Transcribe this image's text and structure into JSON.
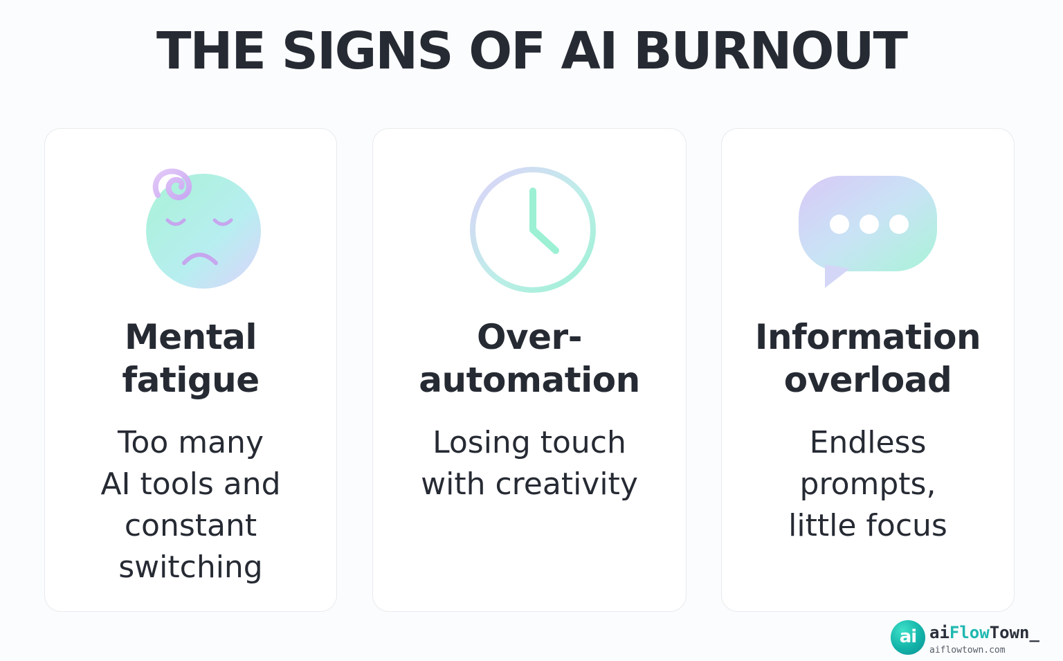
{
  "title": "THE SIGNS OF AI BURNOUT",
  "cards": [
    {
      "icon": "dizzy-face-icon",
      "heading": "Mental\nfatigue",
      "text": "Too many\nAI tools and\nconstant\nswitching"
    },
    {
      "icon": "clock-icon",
      "heading": "Over-\nautomation",
      "text": "Losing touch\nwith creativity"
    },
    {
      "icon": "chat-bubble-icon",
      "heading": "Information\noverload",
      "text": "Endless\nprompts,\nlittle focus"
    }
  ],
  "brand": {
    "badge": "ai",
    "name_part1": "ai",
    "name_part2": "Flow",
    "name_part3": "Town_",
    "url": "aiflowtown.com"
  },
  "colors": {
    "title": "#262a33",
    "mint": "#a8f3dc",
    "lavender": "#d9c8f7",
    "brand_teal": "#1fb8b0"
  }
}
